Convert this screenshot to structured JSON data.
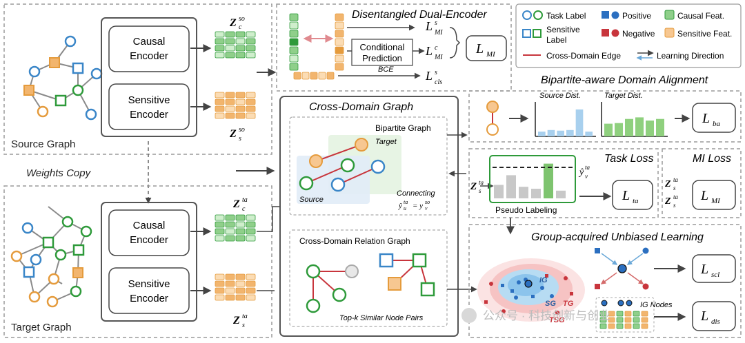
{
  "source_graph": {
    "label": "Source Graph",
    "causal_encoder": [
      "Causal",
      "Encoder"
    ],
    "sensitive_encoder": [
      "Sensitive",
      "Encoder"
    ],
    "z_c": "Z",
    "z_c_sub": "c",
    "z_c_sup": "so",
    "z_s": "Z",
    "z_s_sub": "s",
    "z_s_sup": "so"
  },
  "target_graph": {
    "label": "Target Graph",
    "causal_encoder": [
      "Causal",
      "Encoder"
    ],
    "sensitive_encoder": [
      "Sensitive",
      "Encoder"
    ],
    "z_c": "Z",
    "z_c_sub": "c",
    "z_c_sup": "ta",
    "z_s": "Z",
    "z_s_sub": "s",
    "z_s_sup": "ta"
  },
  "weights_copy": "Weights Copy",
  "dual_encoder": {
    "title": "Disentangled Dual-Encoder",
    "conditional_prediction": [
      "Conditional",
      "Prediction"
    ],
    "bce": "BCE",
    "loss_mi_s": "L",
    "loss_mi_s_sub": "MI",
    "loss_mi_s_sup": "s",
    "loss_mi_c": "L",
    "loss_mi_c_sub": "MI",
    "loss_mi_c_sup": "c",
    "loss_cls_s": "L",
    "loss_cls_s_sub": "cls",
    "loss_cls_s_sup": "s",
    "loss_mi_total": "L",
    "loss_mi_total_sub": "MI"
  },
  "legend": {
    "task_label": "Task Label",
    "sensitive_label": [
      "Sensitive",
      "Label"
    ],
    "positive": "Positive",
    "negative": "Negative",
    "causal_feat": "Causal Feat.",
    "sensitive_feat": "Sensitive Feat.",
    "cross_domain_edge": "Cross-Domain Edge",
    "learning_direction": "Learning Direction"
  },
  "domain_alignment": {
    "title": "Bipartite-aware Domain Alignment",
    "source_dist": "Source Dist.",
    "target_dist": "Target Dist.",
    "loss": "L",
    "loss_sub": "ba",
    "source_bars": [
      0.15,
      0.2,
      0.18,
      0.2,
      0.85,
      0.15
    ],
    "target_bars": [
      0.4,
      0.42,
      0.55,
      0.6,
      0.5,
      0.55
    ]
  },
  "cross_domain_graph": {
    "title": "Cross-Domain Graph",
    "bipartite_graph": "Bipartite Graph",
    "target": "Target",
    "source": "Source",
    "connecting": "Connecting",
    "connecting_eq": "ŷ",
    "relation_graph": "Cross-Domain Relation Graph",
    "topk": "Top-k Similar Node Pairs"
  },
  "task_loss": {
    "title": "Task Loss",
    "z": "Z",
    "z_sub": "s",
    "z_sup": "ta",
    "yhat": "ŷ",
    "yhat_sub": "v",
    "yhat_sup": "ta",
    "pseudo_labeling": "Pseudo Labeling",
    "loss": "L",
    "loss_sub": "ta",
    "bars": [
      0.35,
      0.6,
      0.3,
      0.25,
      0.9,
      0.2
    ]
  },
  "mi_loss": {
    "title": "MI Loss",
    "z1": "Z",
    "z1_sub": "s",
    "z1_sup": "ta",
    "z2": "Z",
    "z2_sub": "s",
    "z2_sup": "ta",
    "loss": "L",
    "loss_sub": "MI"
  },
  "unbiased": {
    "title": "Group-acquired Unbiased Learning",
    "ig": "IG",
    "sg": "SG",
    "tg": "TG",
    "tsg": "TSG",
    "ig_nodes": "IG Nodes",
    "loss_scl": "L",
    "loss_scl_sub": "scl",
    "loss_dis": "L",
    "loss_dis_sub": "dis"
  },
  "watermark": "公众号 · 科技创新与创业",
  "colors": {
    "green": "#2e9a3a",
    "green_fill": "#8fcf8a",
    "green_light": "#cfeecc",
    "orange": "#e59b3c",
    "orange_fill": "#f2b56e",
    "orange_light": "#fbdcb4",
    "blue": "#3a86c8",
    "red": "#c8353c",
    "gray": "#8a8a8a"
  }
}
